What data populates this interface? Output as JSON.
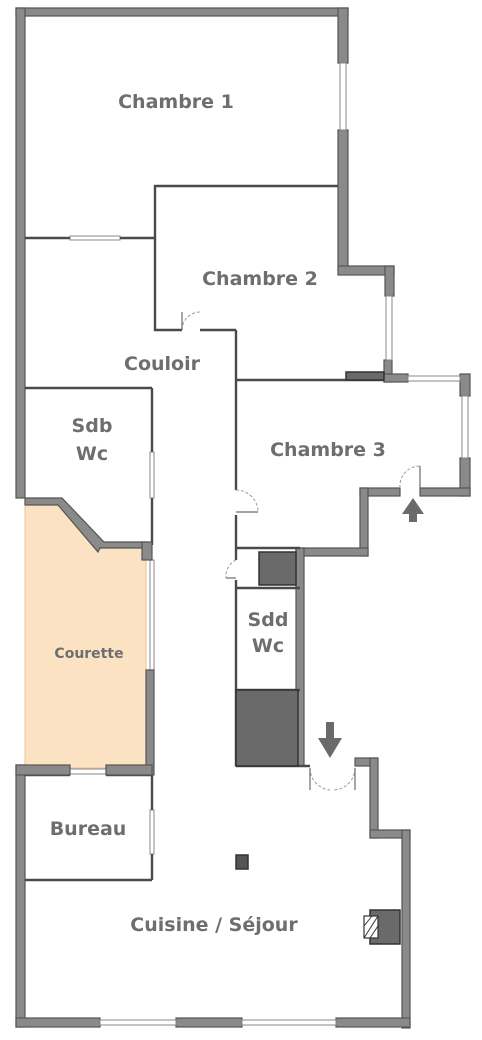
{
  "plan": {
    "rooms": {
      "chambre1": "Chambre 1",
      "chambre2": "Chambre 2",
      "chambre3": "Chambre 3",
      "couloir": "Couloir",
      "sdb_line1": "Sdb",
      "sdb_line2": "Wc",
      "sdd_line1": "Sdd",
      "sdd_line2": "Wc",
      "courette": "Courette",
      "bureau": "Bureau",
      "cuisine": "Cuisine / Séjour"
    },
    "colors": {
      "courette_fill": "#fbe2c3",
      "wall": "#8a8a8a",
      "label": "#6e6e6e"
    }
  }
}
